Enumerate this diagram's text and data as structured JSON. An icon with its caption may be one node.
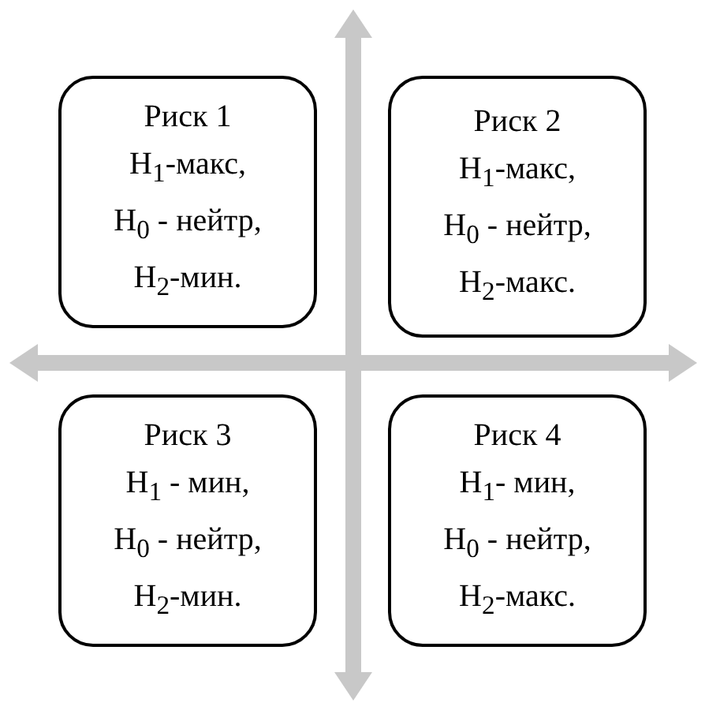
{
  "diagram": {
    "nodes": [
      {
        "text": [
          "Риск 1",
          "H$_{1}$-макс,",
          "H$_{0}$ - нейтр,",
          "H$_{2}$-мин."
        ]
      },
      {
        "text": [
          "Риск 2",
          "H$_{1}$-макс,",
          "H$_{0}$ - нейтр,",
          "H$_{2}$-макс."
        ]
      },
      {
        "text": [
          "Риск 3",
          "H$_{1}$ - мин,",
          "H$_{0}$ - нейтр,",
          "H$_{2}$-мин."
        ]
      },
      {
        "text": [
          "Риск 4",
          "H$_{1}$- мин,",
          "H$_{0}$ - нейтр,",
          "H$_{2}$-макс."
        ]
      }
    ]
  }
}
